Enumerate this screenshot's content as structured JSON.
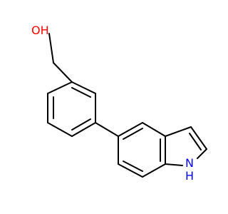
{
  "molecule": {
    "atoms": {
      "hydroxyl": {
        "label": "OH",
        "color": "#ff0000"
      },
      "indole_nh": {
        "label": "N",
        "h_label": "H",
        "color": "#0000ff"
      }
    },
    "bond_color": "#000000",
    "background": "#ffffff"
  }
}
